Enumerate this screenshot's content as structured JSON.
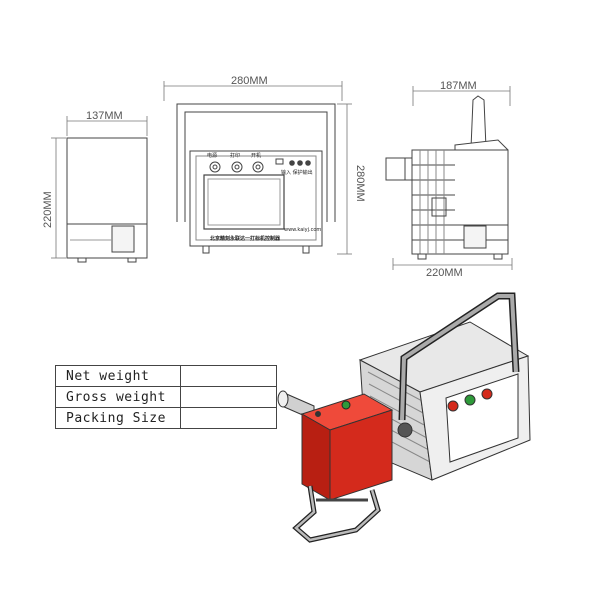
{
  "dimensions": {
    "side_width": "137MM",
    "side_height": "220MM",
    "front_width": "280MM",
    "front_height": "280MM",
    "right_width_top": "187MM",
    "right_width_bottom": "220MM"
  },
  "panel": {
    "knob_labels": [
      "电源",
      "打印",
      "开机"
    ],
    "bottom_title": "北京精刻永联达一打标机控制器",
    "brand_small": "www.kaiyj.com",
    "small_right": "输入  保护输出"
  },
  "spec_table": {
    "rows": [
      {
        "label": "Net weight",
        "value": ""
      },
      {
        "label": "Gross weight",
        "value": ""
      },
      {
        "label": "Packing Size",
        "value": ""
      }
    ]
  },
  "colors": {
    "head_red": "#d42a1c",
    "line": "#444444",
    "dim_line": "#777777",
    "led_red": "#d42a1c",
    "led_green": "#2e9a3a"
  }
}
